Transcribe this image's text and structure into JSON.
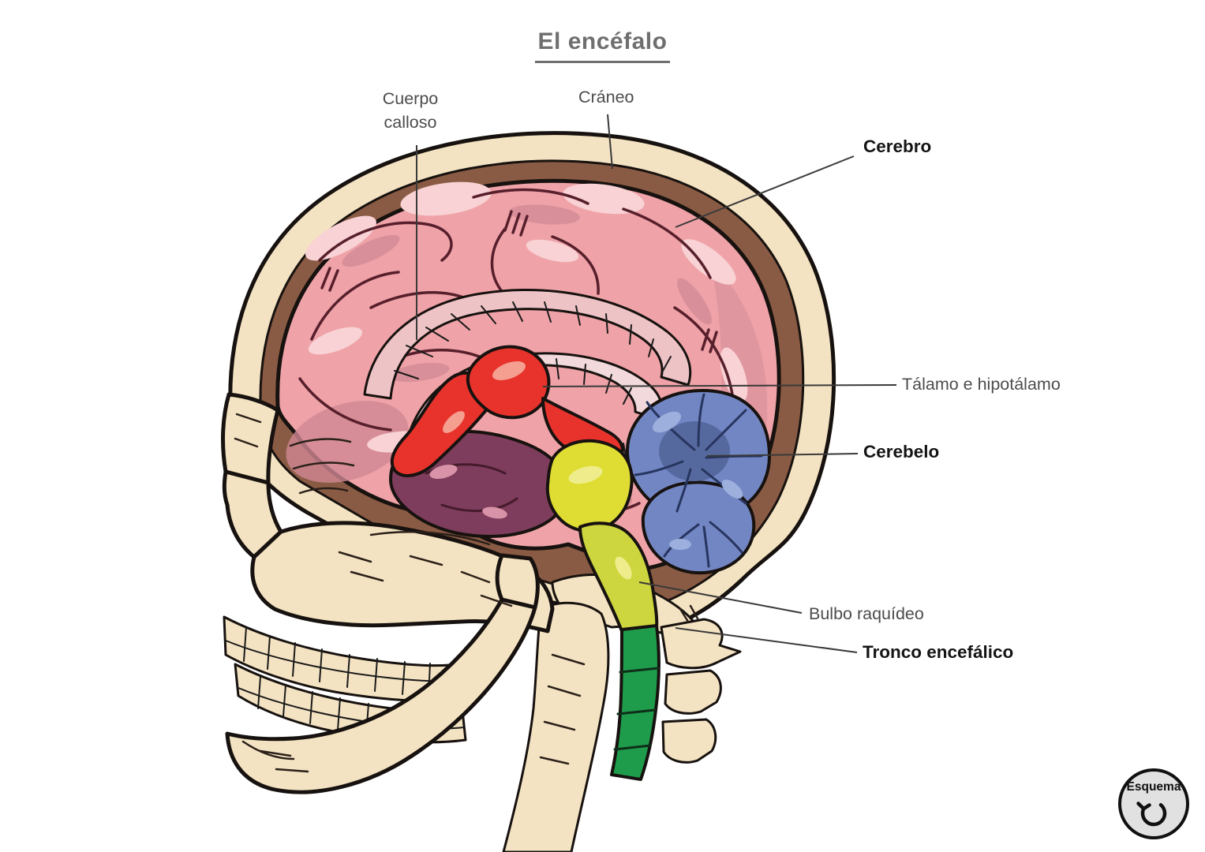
{
  "title": "El encéfalo",
  "labels": {
    "cuerpo_calloso": "Cuerpo calloso",
    "cuerpo_calloso_line1": "Cuerpo",
    "cuerpo_calloso_line2": "calloso",
    "craneo": "Cráneo",
    "cerebro": "Cerebro",
    "talamo": "Tálamo e hipotálamo",
    "cerebelo": "Cerebelo",
    "bulbo": "Bulbo raquídeo",
    "tronco": "Tronco encefálico"
  },
  "badge": {
    "label": "Esquema",
    "icon": "rotate-ccw-icon"
  },
  "colors": {
    "title_gray": "#6f6f6f",
    "label_gray": "#4c4c4c",
    "label_black": "#141414",
    "leader_line": "#3a3a3a",
    "bone": "#f4e3c2",
    "bone_shade": "#d9b78c",
    "inner_skull": "#8a5b44",
    "cerebrum_pink": "#efa3a8",
    "cerebrum_light": "#f8d2d4",
    "cerebrum_shade": "#cf8793",
    "occipital_dusty": "#dc949c",
    "corpus_callosum": "#eec3c6",
    "fornix_band": "#f2d9db",
    "thalamus_red": "#e8332c",
    "thalamus_highlight": "#f59f90",
    "temporal_maroon": "#7e3d5c",
    "temporal_highlight": "#d993a8",
    "cerebellum_blue": "#7286c3",
    "cerebellum_core": "#56699f",
    "cerebellum_light": "#9dafdc",
    "pons_yellow": "#dfdd33",
    "pons_highlight": "#efec8c",
    "medulla_yellow": "#cdd63e",
    "spinal_green": "#1e9c4b",
    "badge_bg": "#e1e1e1",
    "outline": "#17120f"
  }
}
